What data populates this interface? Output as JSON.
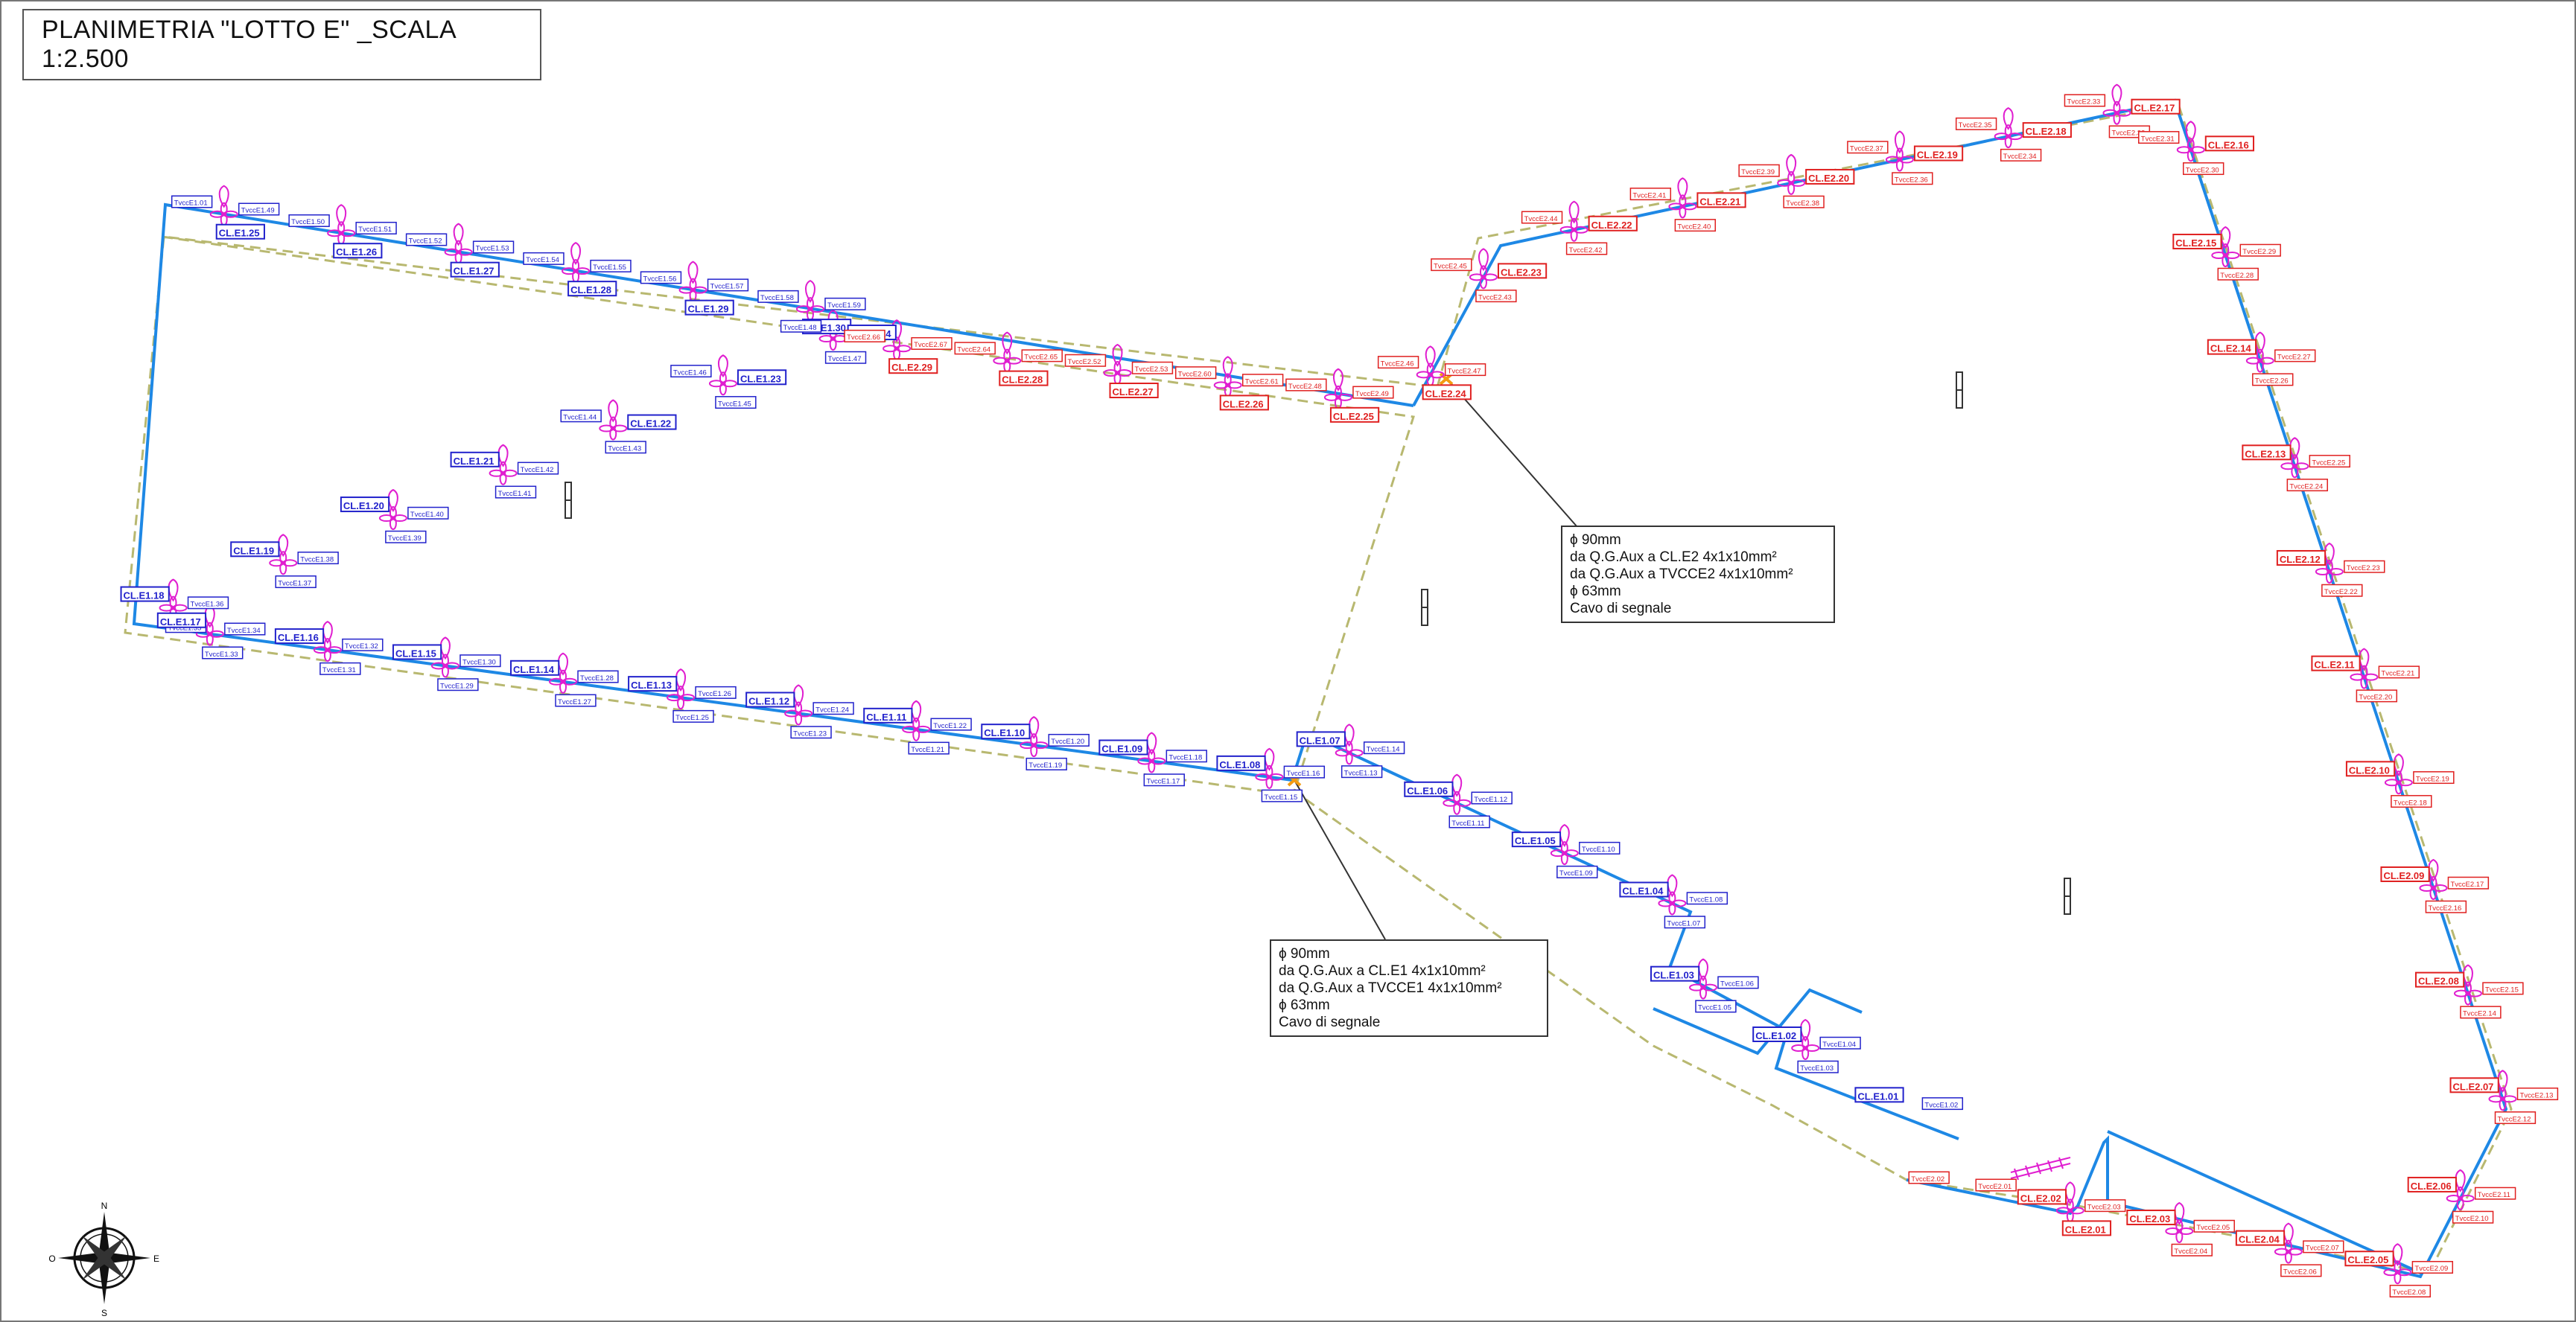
{
  "title": "PLANIMETRIA  \"LOTTO E\" _SCALA 1:2.500",
  "notes": [
    {
      "id": "note-e2",
      "lines": [
        "ϕ 90mm",
        "da Q.G.Aux a CL.E2 4x1x10mm²",
        "da Q.G.Aux a TVCCE2 4x1x10mm²",
        "ϕ 63mm",
        "Cavo di segnale"
      ]
    },
    {
      "id": "note-e1",
      "lines": [
        "ϕ 90mm",
        "da Q.G.Aux a CL.E1 4x1x10mm²",
        "da Q.G.Aux a TVCCE1 4x1x10mm²",
        "ϕ 63mm",
        "Cavo di segnale"
      ]
    }
  ],
  "colors": {
    "blue_label": "#2222cc",
    "red_label": "#e02020",
    "route": "#1e88e5",
    "fence": "#b5b56a",
    "fixture": "#e01ed0"
  },
  "compass": {
    "n": "N",
    "s": "S",
    "e": "E",
    "o": "O"
  },
  "labels_blue": [
    "TvccE1.01",
    "TvccE1.49",
    "CL.E1.25",
    "TvccE1.50",
    "TvccE1.51",
    "CL.E1.26",
    "TvccE1.52",
    "TvccE1.53",
    "CL.E1.27",
    "TvccE1.54",
    "TvccE1.55",
    "CL.E1.28",
    "TvccE1.56",
    "TvccE1.57",
    "CL.E1.29",
    "TvccE1.58",
    "TvccE1.59",
    "CL.E1.30",
    "TvccE1.48",
    "CL.E1.24",
    "TvccE1.47",
    "TvccE1.46",
    "CL.E1.23",
    "TvccE1.45",
    "TvccE1.44",
    "CL.E1.22",
    "TvccE1.43",
    "CL.E1.21",
    "TvccE1.42",
    "TvccE1.41",
    "CL.E1.20",
    "TvccE1.40",
    "TvccE1.39",
    "CL.E1.19",
    "TvccE1.38",
    "TvccE1.37",
    "CL.E1.18",
    "TvccE1.36",
    "TvccE1.35",
    "CL.E1.17",
    "TvccE1.34",
    "TvccE1.33",
    "CL.E1.16",
    "TvccE1.32",
    "TvccE1.31",
    "CL.E1.15",
    "TvccE1.30",
    "TvccE1.29",
    "CL.E1.14",
    "TvccE1.28",
    "TvccE1.27",
    "CL.E1.13",
    "TvccE1.26",
    "TvccE1.25",
    "CL.E1.12",
    "TvccE1.24",
    "TvccE1.23",
    "CL.E1.11",
    "TvccE1.22",
    "TvccE1.21",
    "CL.E1.10",
    "TvccE1.20",
    "TvccE1.19",
    "CL.E1.09",
    "TvccE1.18",
    "TvccE1.17",
    "CL.E1.08",
    "TvccE1.16",
    "TvccE1.15",
    "CL.E1.07",
    "TvccE1.14",
    "TvccE1.13",
    "CL.E1.06",
    "TvccE1.12",
    "TvccE1.11",
    "CL.E1.05",
    "TvccE1.10",
    "TvccE1.09",
    "CL.E1.04",
    "TvccE1.08",
    "TvccE1.07",
    "CL.E1.03",
    "TvccE1.06",
    "TvccE1.05",
    "CL.E1.02",
    "TvccE1.04",
    "TvccE1.03",
    "CL.E1.01",
    "TvccE1.02"
  ],
  "labels_red": [
    "TvccE2.66",
    "TvccE2.67",
    "CL.E2.29",
    "TvccE2.64",
    "TvccE2.65",
    "CL.E2.28",
    "TvccE2.52",
    "TvccE2.53",
    "CL.E2.27",
    "TvccE2.60",
    "TvccE2.61",
    "CL.E2.26",
    "TvccE2.48",
    "TvccE2.49",
    "CL.E2.25",
    "TvccE2.46",
    "TvccE2.47",
    "CL.E2.24",
    "TvccE2.45",
    "CL.E2.23",
    "TvccE2.43",
    "TvccE2.44",
    "CL.E2.22",
    "TvccE2.42",
    "TvccE2.41",
    "CL.E2.21",
    "TvccE2.40",
    "TvccE2.39",
    "CL.E2.20",
    "TvccE2.38",
    "TvccE2.37",
    "CL.E2.19",
    "TvccE2.36",
    "TvccE2.35",
    "CL.E2.18",
    "TvccE2.34",
    "TvccE2.33",
    "CL.E2.17",
    "TvccE2.32",
    "TvccE2.31",
    "CL.E2.16",
    "TvccE2.30",
    "CL.E2.15",
    "TvccE2.29",
    "TvccE2.28",
    "CL.E2.14",
    "TvccE2.27",
    "TvccE2.26",
    "CL.E2.13",
    "TvccE2.25",
    "TvccE2.24",
    "CL.E2.12",
    "TvccE2.23",
    "TvccE2.22",
    "CL.E2.11",
    "TvccE2.21",
    "TvccE2.20",
    "CL.E2.10",
    "TvccE2.19",
    "TvccE2.18",
    "CL.E2.09",
    "TvccE2.17",
    "TvccE2.16",
    "CL.E2.08",
    "TvccE2.15",
    "TvccE2.14",
    "CL.E2.07",
    "TvccE2.13",
    "TvccE2.12",
    "CL.E2.06",
    "TvccE2.11",
    "TvccE2.10",
    "CL.E2.05",
    "TvccE2.09",
    "TvccE2.08",
    "CL.E2.04",
    "TvccE2.07",
    "TvccE2.06",
    "CL.E2.03",
    "TvccE2.05",
    "TvccE2.04",
    "CL.E2.02",
    "TvccE2.03",
    "CL.E2.01",
    "TvccE2.02",
    "TvccE2.01"
  ]
}
